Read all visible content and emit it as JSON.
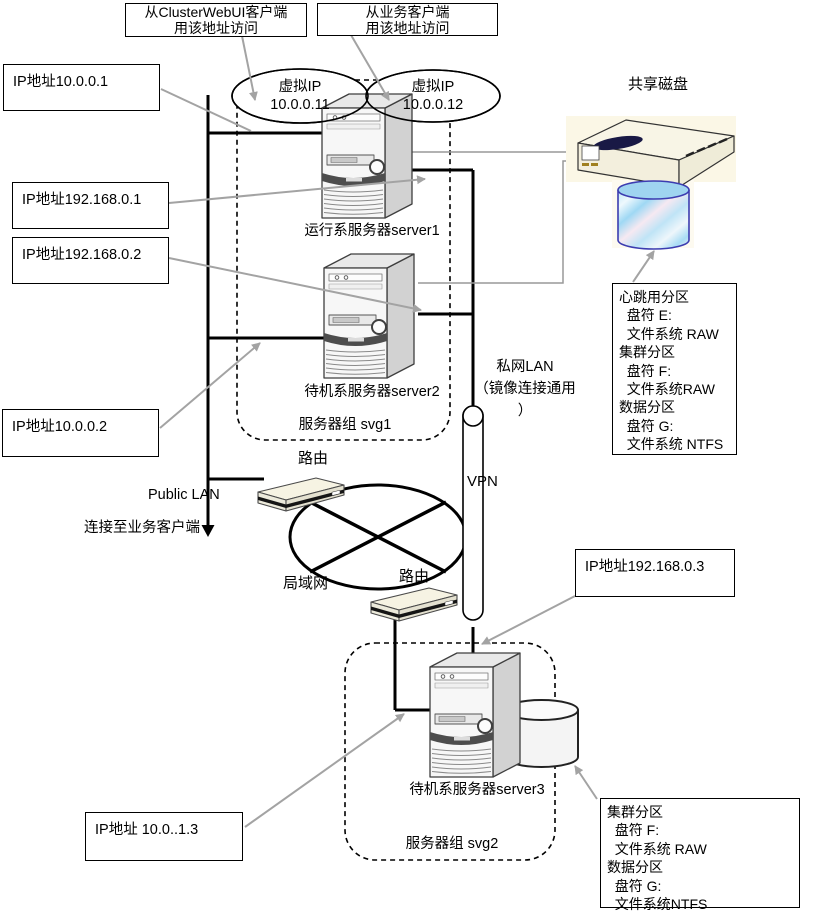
{
  "callouts": {
    "webui": "从ClusterWebUI客户端\n用该地址访问",
    "business": "从业务客户端\n用该地址访问"
  },
  "virtual_ips": [
    {
      "title": "虚拟IP",
      "ip": "10.0.0.11"
    },
    {
      "title": "虚拟IP",
      "ip": "10.0.0.12"
    }
  ],
  "ip_labels": {
    "server1_public": "IP地址10.0.0.1",
    "server1_interconnect": "IP地址192.168.0.1",
    "server2_interconnect": "IP地址192.168.0.2",
    "server2_public": "IP地址10.0.0.2",
    "server3_interconnect": "IP地址192.168.0.3",
    "server3_public": "IP地址 10.0..1.3"
  },
  "servers": {
    "server1": "运行系服务器server1",
    "server2": "待机系服务器server2",
    "server3": "待机系服务器server3"
  },
  "groups": {
    "svg1": "服务器组 svg1",
    "svg2": "服务器组 svg2"
  },
  "network": {
    "public_lan": "Public LAN",
    "connect_business": "连接至业务客户端",
    "lan": "局域网",
    "router1": "路由",
    "router2": "路由",
    "private_lan": "私网LAN\n（镜像连接通用\n）",
    "vpn": "VPN"
  },
  "shared_disk": {
    "title": "共享磁盘",
    "partitions": "心跳用分区\n  盘符 E:\n  文件系统 RAW\n集群分区\n  盘符 F:\n  文件系统RAW\n数据分区\n  盘符 G:\n  文件系统 NTFS"
  },
  "local_disk": {
    "partitions": "集群分区\n  盘符 F:\n  文件系统 RAW\n数据分区\n  盘符 G:\n  文件系统NTFS"
  },
  "colors": {
    "line_black": "#000000",
    "leader_gray": "#a3a3a3",
    "shared_cylinder_top": "#9fd4f0",
    "cylinder_outline": "#3c3cb0",
    "device_cream": "#f6f3e3"
  }
}
